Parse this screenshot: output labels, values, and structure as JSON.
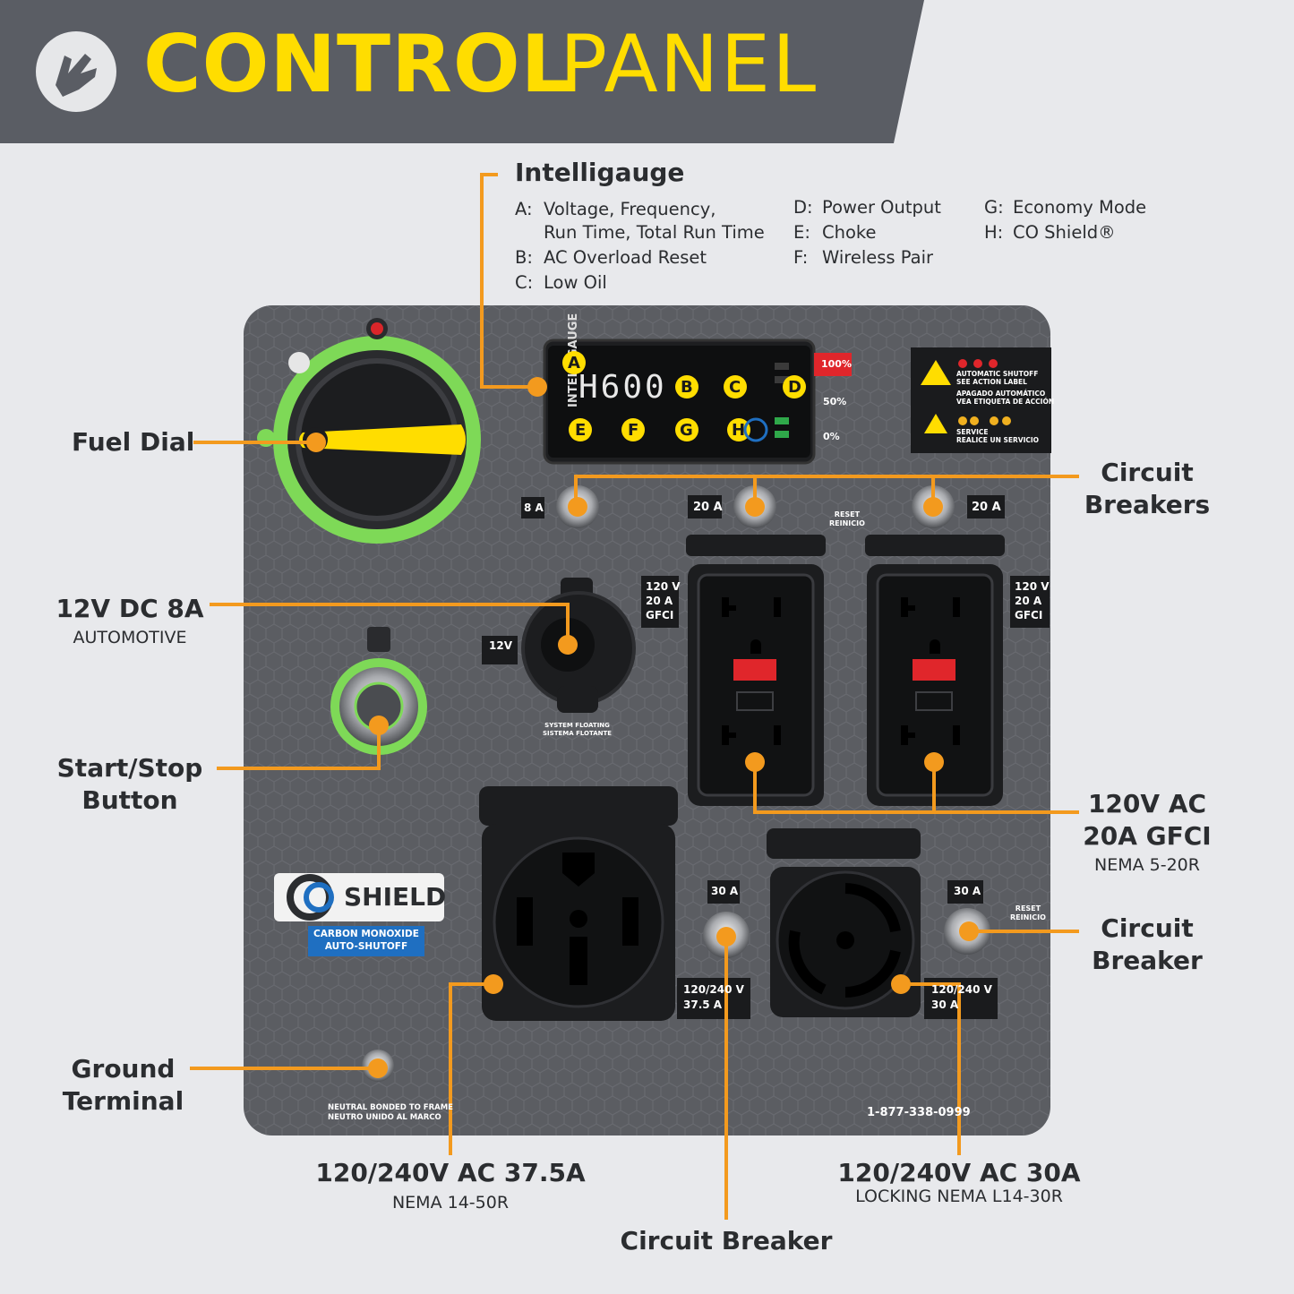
{
  "header": {
    "title_bold": "CONTROL",
    "title_light": "PANEL",
    "icon": "hand-pointer-icon"
  },
  "intelligauge": {
    "title": "Intelligauge",
    "legend": [
      {
        "key": "A:",
        "text": "Voltage, Frequency,"
      },
      {
        "key": "",
        "text": "Run Time, Total Run Time"
      },
      {
        "key": "B:",
        "text": "AC Overload Reset"
      },
      {
        "key": "C:",
        "text": "Low Oil"
      },
      {
        "key": "D:",
        "text": "Power Output"
      },
      {
        "key": "E:",
        "text": "Choke"
      },
      {
        "key": "F:",
        "text": "Wireless Pair"
      },
      {
        "key": "G:",
        "text": "Economy Mode"
      },
      {
        "key": "H:",
        "text": "CO Shield®"
      }
    ],
    "display_text": "H600",
    "side_label": "INTELLIGAUGE",
    "markers": [
      "A",
      "B",
      "C",
      "D",
      "E",
      "F",
      "G",
      "H"
    ],
    "levels": [
      "100%",
      "50%",
      "0%"
    ]
  },
  "callouts": {
    "fuel_dial": "Fuel Dial",
    "dc_title": "12V DC 8A",
    "dc_sub": "AUTOMOTIVE",
    "start_stop_1": "Start/Stop",
    "start_stop_2": "Button",
    "ground_1": "Ground",
    "ground_2": "Terminal",
    "breakers_1": "Circuit",
    "breakers_2": "Breakers",
    "gfci_1": "120V AC",
    "gfci_2": "20A GFCI",
    "gfci_sub": "NEMA 5-20R",
    "breaker_r_1": "Circuit",
    "breaker_r_2": "Breaker",
    "out_375": "120/240V AC 37.5A",
    "out_375_sub": "NEMA 14-50R",
    "out_30": "120/240V AC 30A",
    "out_30_sub": "LOCKING NEMA L14-30R",
    "breaker_bottom": "Circuit Breaker"
  },
  "panel": {
    "warning_1": "AUTOMATIC SHUTOFF",
    "warning_2": "SEE ACTION LABEL",
    "warning_3": "APAGADO AUTOMÁTICO",
    "warning_4": "VEA ETIQUETA DE ACCIÓN",
    "service_1": "SERVICE",
    "service_2": "REALICE UN SERVICIO",
    "breaker_8a": "8 A",
    "breaker_20a_left": "20 A",
    "breaker_20a_right": "20 A",
    "reset_1": "RESET",
    "reset_2": "REINICIO",
    "dc_port": "12V",
    "system_floating_1": "SYSTEM FLOATING",
    "system_floating_2": "SISTEMA FLOTANTE",
    "gfci_tag_1": "120 V",
    "gfci_tag_2": "20 A",
    "gfci_tag_3": "GFCI",
    "breaker_30a_left": "30 A",
    "breaker_30a_right": "30 A",
    "tag_375_1": "120/240 V",
    "tag_375_2": "37.5 A",
    "tag_30_1": "120/240 V",
    "tag_30_2": "30 A",
    "co_shield": "SHIELD",
    "co_sub_1": "CARBON MONOXIDE",
    "co_sub_2": "AUTO-SHUTOFF",
    "neutral_1": "NEUTRAL BONDED TO FRAME",
    "neutral_2": "NEUTRO UNIDO AL MARCO",
    "phone": "1-877-338-0999"
  },
  "colors": {
    "banner": "#5a5d64",
    "accent_yellow": "#ffdd00",
    "callout_orange": "#f39a1e",
    "panel": "#5b5d62",
    "green": "#7ed957",
    "gfci_red": "#e0262b",
    "co_blue": "#1f6fc1"
  }
}
